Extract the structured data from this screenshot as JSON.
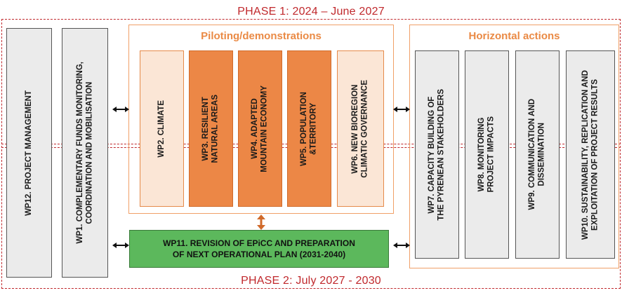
{
  "phase1": {
    "label": "PHASE 1: 2024 – June 2027"
  },
  "phase2": {
    "label": "PHASE 2: July 2027 - 2030"
  },
  "piloting": {
    "title": "Piloting/demonstrations",
    "items": [
      {
        "label": "WP2. CLIMATE"
      },
      {
        "label": "WP3. RESILIENT\nNATURAL AREAS"
      },
      {
        "label": "WP4. ADAPTED\nMOUNTAIN ECONOMY"
      },
      {
        "label": "WP5. POPULATION\n&TERRITORY"
      },
      {
        "label": "WP6. NEW BIOREGION\nCLIMATIC GOVERNANCE"
      }
    ]
  },
  "horizontal": {
    "title": "Horizontal actions",
    "items": [
      {
        "label": "WP7. CAPACITY BUILDING OF\nTHE PYRENEAN STAKEHOLDERS"
      },
      {
        "label": "WP8. MONITORING\nPROJECT IMPACTS"
      },
      {
        "label": "WP9. COMMUNICATION AND\nDISSEMINATION"
      },
      {
        "label": "WP10. SUSTAINABILITY, REPLICATION AND\nEXPLOITATION OF PROJECT RESULTS"
      }
    ]
  },
  "wp12": {
    "label": "WP12. PROJECT MANAGEMENT"
  },
  "wp1": {
    "label": "WP1. COMPLEMENTARY FUNDS MONITORING,\nCOORDINATION AND MOBILISATION"
  },
  "wp11": {
    "label": "WP11. REVISION OF EPiCC AND PREPARATION\nOF NEXT OPERATIONAL PLAN (2031-2040)"
  },
  "colors": {
    "phase_red": "#c0282c",
    "orange_accent": "#ea8a45",
    "pale_orange": "#fbe6d6",
    "strong_orange": "#ec8746",
    "gray_box": "#ebebeb",
    "green_box": "#5cb85c"
  }
}
